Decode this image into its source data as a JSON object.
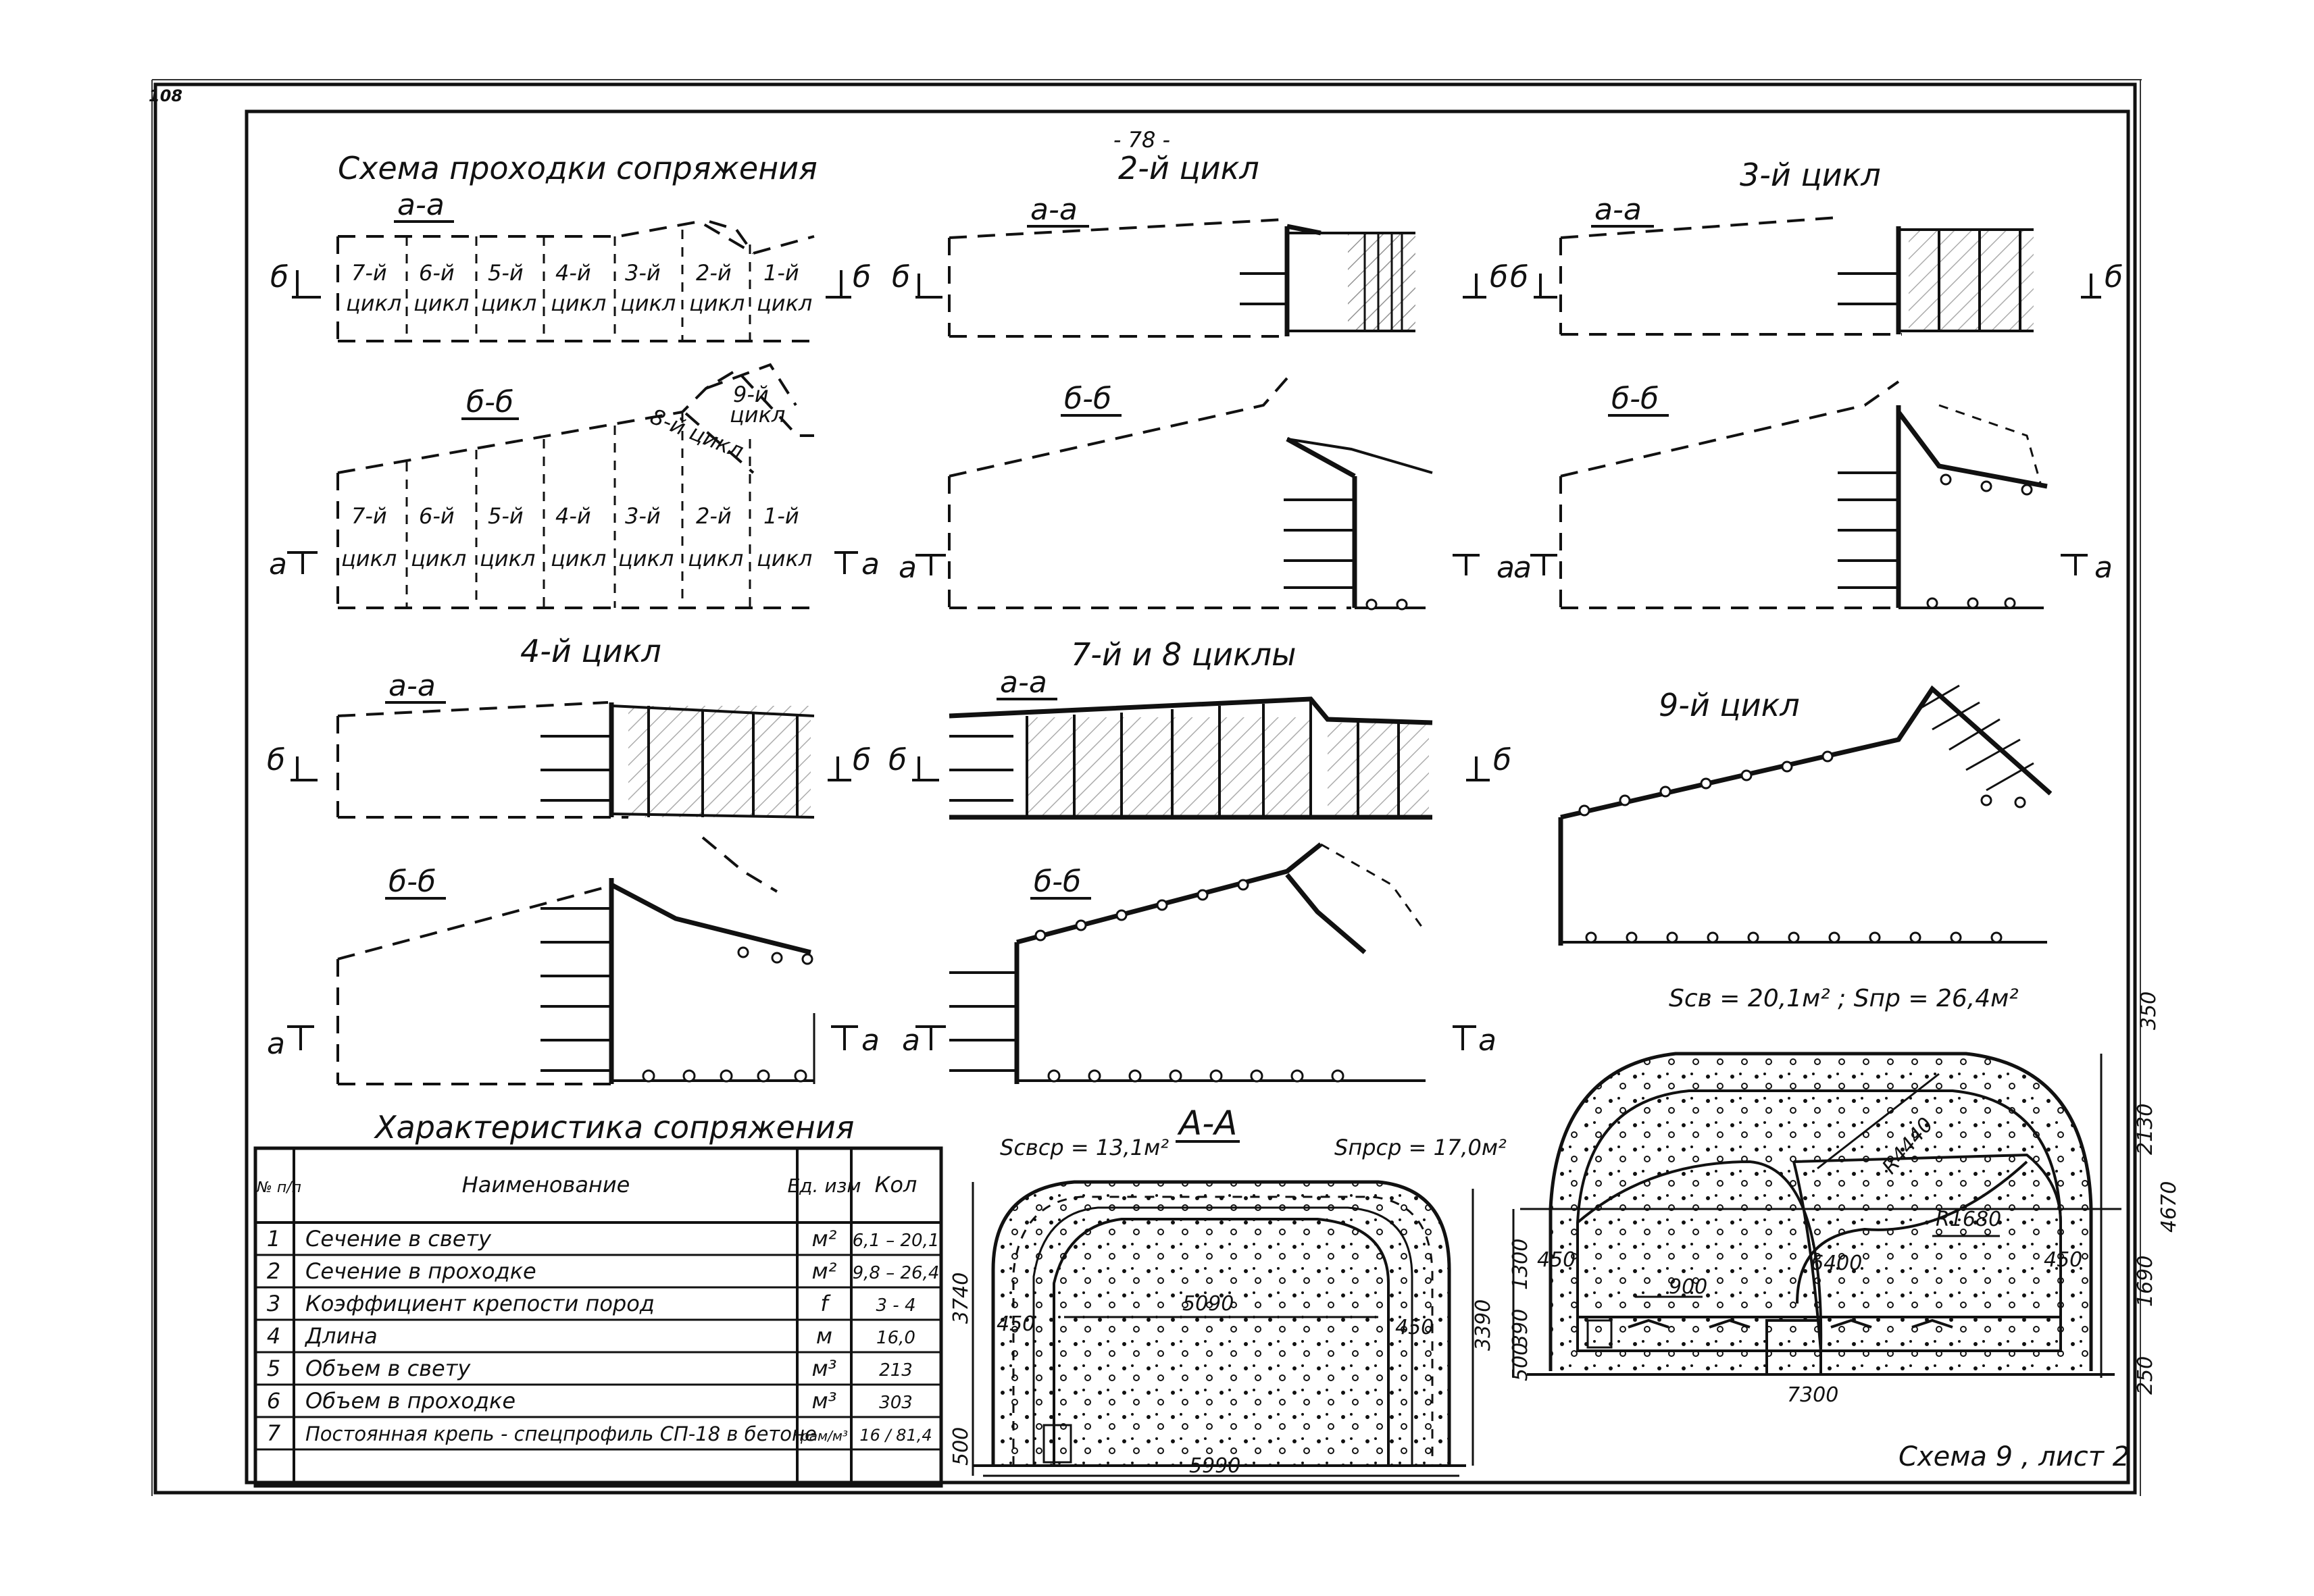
{
  "sheet": {
    "corner_no": "108",
    "page_no": "- 78 -",
    "scheme_caption": "Схема 9 , лист 2"
  },
  "panels": {
    "p1_title": "Схема проходки сопряжения",
    "p2_title": "2-й цикл",
    "p3_title": "3-й цикл",
    "p4_title": "4-й цикл",
    "p5_title": "7-й и 8  циклы",
    "p6_title": "9-й цикл",
    "sec_aa": "а-а",
    "sec_bb": "б-б",
    "mark_a": "а",
    "mark_b": "б",
    "cycles_top": [
      "7-й",
      "6-й",
      "5-й",
      "4-й",
      "3-й",
      "2-й",
      "1-й"
    ],
    "cycle_word": "цикл",
    "c8": "8-й цикл",
    "c9a": "9-й",
    "c9b": "цикл"
  },
  "table": {
    "title": "Характеристика сопряжения",
    "headers": {
      "num": "№ п/п",
      "name": "Наименование",
      "unit": "Ед. изм",
      "qty": "Кол"
    },
    "rows": [
      {
        "n": "1",
        "name": "Сечение в свету",
        "unit": "м²",
        "qty": "6,1 – 20,1"
      },
      {
        "n": "2",
        "name": "Сечение в проходке",
        "unit": "м²",
        "qty": "9,8 – 26,4"
      },
      {
        "n": "3",
        "name": "Коэффициент крепости пород",
        "unit": "f",
        "qty": "3 - 4"
      },
      {
        "n": "4",
        "name": "Длина",
        "unit": "м",
        "qty": "16,0"
      },
      {
        "n": "5",
        "name": "Объем в свету",
        "unit": "м³",
        "qty": "213"
      },
      {
        "n": "6",
        "name": "Объем в проходке",
        "unit": "м³",
        "qty": "303"
      },
      {
        "n": "7",
        "name": "Постоянная крепь - спецпрофиль СП-18 в бетоне",
        "unit": "рам/м³",
        "qty": "16 / 81,4"
      }
    ]
  },
  "section_aa": {
    "label": "А-А",
    "s_sv": "Sсвср = 13,1м²",
    "s_pr": "Sпрср = 17,0м²",
    "d_width": "5090",
    "d_outer": "5990",
    "d_h1": "3740",
    "d_h2": "3390",
    "d_wall_l": "450",
    "d_wall_r": "450",
    "d_base": "500"
  },
  "section_9": {
    "s_text": "Sсв = 20,1м² ;  Sпр = 26,4м²",
    "d_top": "350",
    "d_2130": "2130",
    "d_4670": "4670",
    "d_1690": "1690",
    "d_250": "250",
    "d_1300": "1300",
    "d_390": "390",
    "d_500": "500",
    "d_450l": "450",
    "d_450r": "450",
    "d_900": "900",
    "d_6400": "6400",
    "d_7300": "7300",
    "r1": "R4440",
    "r2": "R1680"
  }
}
